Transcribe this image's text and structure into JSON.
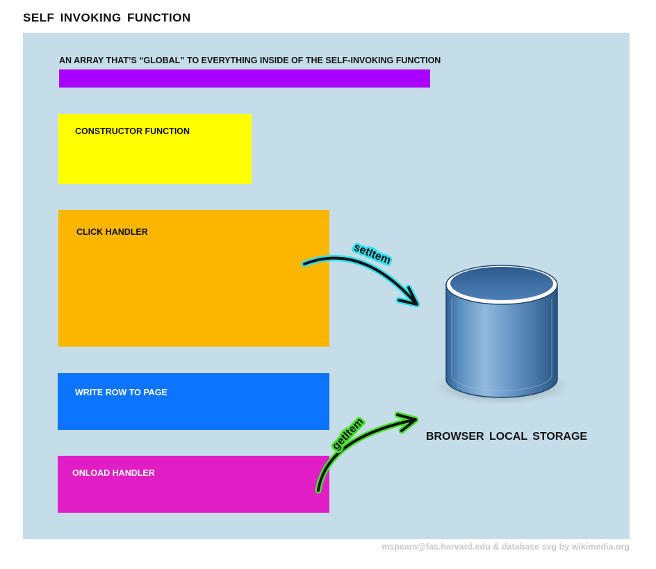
{
  "title": "SELF INVOKING FUNCTION",
  "array_label": "AN ARRAY THAT’S “GLOBAL”  TO EVERYTHING INSIDE OF THE SELF-INVOKING FUNCTION",
  "boxes": {
    "constructor": "CONSTRUCTOR FUNCTION",
    "click": "CLICK HANDLER",
    "write": "WRITE ROW TO PAGE",
    "onload": "ONLOAD HANDLER"
  },
  "arrows": {
    "set": "setItem",
    "get": "getItem"
  },
  "storage_label": "BROWSER LOCAL STORAGE",
  "credit": "mspears@fas.harvard.edu & database svg by wikimedia.org",
  "colors": {
    "panel": "#c5dde9",
    "array": "#aa00ff",
    "constructor": "#ffff00",
    "click": "#fbb600",
    "write": "#0c75ff",
    "onload": "#e11ec6",
    "set_glow": "#2ee0f0",
    "get_glow": "#45e22a",
    "db_body": "#4f7fb0"
  },
  "icons": [
    "database-icon"
  ]
}
